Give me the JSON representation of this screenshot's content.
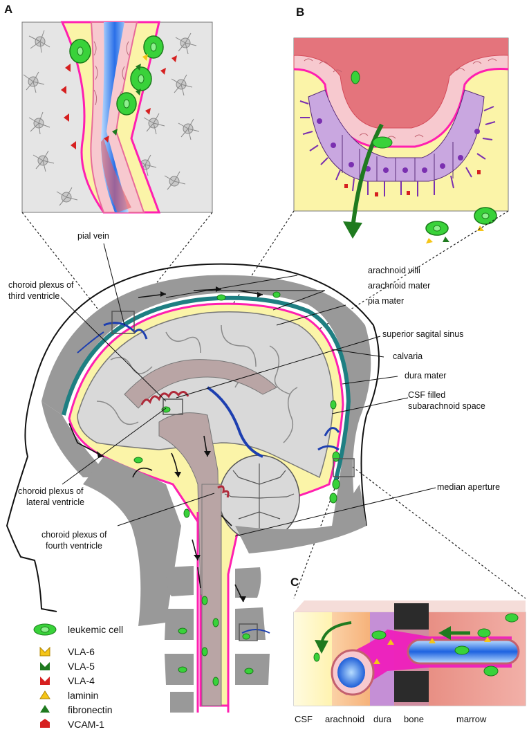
{
  "panels": {
    "a": "A",
    "b": "B",
    "c": "C"
  },
  "labels": {
    "pial_vein": "pial vein",
    "arachnoid_villi": "arachnoid villi",
    "arachnoid_mater": "arachnoid mater",
    "pia_mater": "pia mater",
    "choroid_third_1": "choroid plexus of",
    "choroid_third_2": "third ventricle",
    "superior_sinus": "superior sagital sinus",
    "calvaria": "calvaria",
    "dura_mater": "dura  mater",
    "csf_1": "CSF filled",
    "csf_2": "subarachnoid space",
    "choroid_lateral_1": "choroid plexus of",
    "choroid_lateral_2": "lateral ventricle",
    "median_aperture": "median aperture",
    "choroid_fourth_1": "choroid plexus of",
    "choroid_fourth_2": "fourth ventricle"
  },
  "legend": [
    {
      "label": "leukemic cell",
      "icon": "leukemic-cell-icon",
      "color": "#2ecc2e"
    },
    {
      "label": "VLA-6",
      "icon": "vla6-icon",
      "color": "#f5c518"
    },
    {
      "label": "VLA-5",
      "icon": "vla5-icon",
      "color": "#1f7a1f"
    },
    {
      "label": "VLA-4",
      "icon": "vla4-icon",
      "color": "#d62020"
    },
    {
      "label": "laminin",
      "icon": "laminin-icon",
      "color": "#f5c518"
    },
    {
      "label": "fibronectin",
      "icon": "fibronectin-icon",
      "color": "#1f7a1f"
    },
    {
      "label": "VCAM-1",
      "icon": "vcam1-icon",
      "color": "#d62020"
    }
  ],
  "layers_c": {
    "csf": "CSF",
    "arachnoid": "arachnoid",
    "dura": "dura",
    "bone": "bone",
    "marrow": "marrow"
  }
}
